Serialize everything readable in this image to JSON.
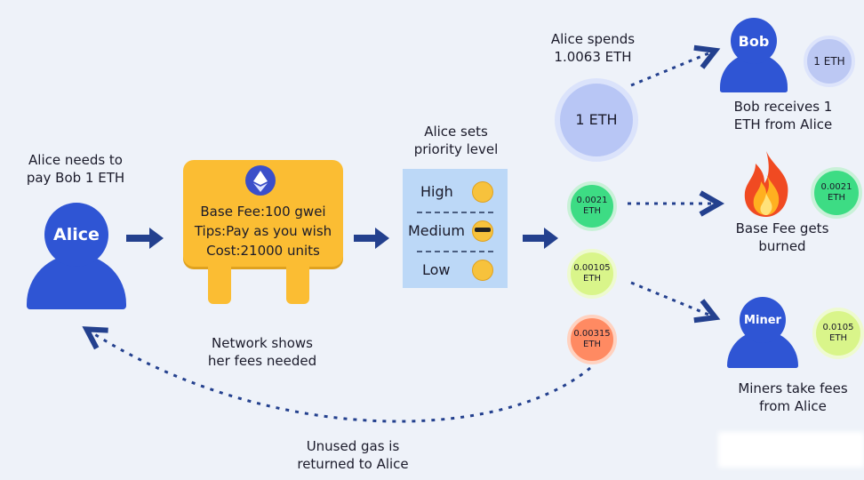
{
  "alice_needs": [
    "Alice needs to",
    "pay Bob 1 ETH"
  ],
  "alice_label": "Alice",
  "board": {
    "base_fee": "Base Fee:100 gwei",
    "tips": "Tips:Pay as you wish",
    "cost": "Cost:21000 units"
  },
  "network_caption": [
    "Network shows",
    "her fees needed"
  ],
  "priority_caption": [
    "Alice sets",
    "priority level"
  ],
  "priority_levels": [
    "High",
    "Medium",
    "Low"
  ],
  "alice_spends": [
    "Alice spends",
    "1.0063 ETH"
  ],
  "main_coin": "1 ETH",
  "bob_label": "Bob",
  "bob_coin": "1 ETH",
  "bob_caption": [
    "Bob receives 1",
    "ETH from Alice"
  ],
  "coins": {
    "base": [
      "0.0021",
      "ETH"
    ],
    "tip": [
      "0.00105",
      "ETH"
    ],
    "unused": [
      "0.00315",
      "ETH"
    ],
    "burned": [
      "0.0021",
      "ETH"
    ],
    "miner": [
      "0.0105",
      "ETH"
    ]
  },
  "burn_caption": [
    "Base Fee gets",
    "burned"
  ],
  "miner_label": "Miner",
  "miner_caption": [
    "Miners take fees",
    "from Alice"
  ],
  "unused_caption": [
    "Unused gas is",
    "returned to Alice"
  ],
  "colors": {
    "person_blue": "#2f55d4",
    "board_yellow": "#fbbd33",
    "priority_box": "#bcd8f7",
    "arrow_navy": "#23408e"
  }
}
